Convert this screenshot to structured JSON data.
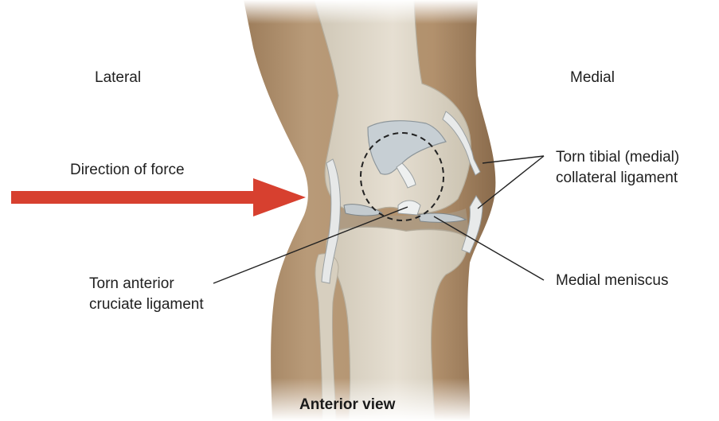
{
  "labels": {
    "lateral": "Lateral",
    "medial": "Medial",
    "direction_of_force": "Direction of force",
    "torn_tibial_line1": "Torn tibial (medial)",
    "torn_tibial_line2": "collateral ligament",
    "torn_acl_line1": "Torn anterior",
    "torn_acl_line2": "cruciate ligament",
    "medial_meniscus": "Medial meniscus"
  },
  "caption": "Anterior view",
  "colors": {
    "skin": "#b39472",
    "skin_shadow": "#8e7153",
    "bone": "#ddd6c8",
    "bone_shadow": "#bfb7a6",
    "cartilage": "#c9d1d6",
    "ligament": "#e4e6e6",
    "force_arrow": "#d7402f",
    "leader_line": "#222222",
    "dashed_outline": "#222222"
  }
}
